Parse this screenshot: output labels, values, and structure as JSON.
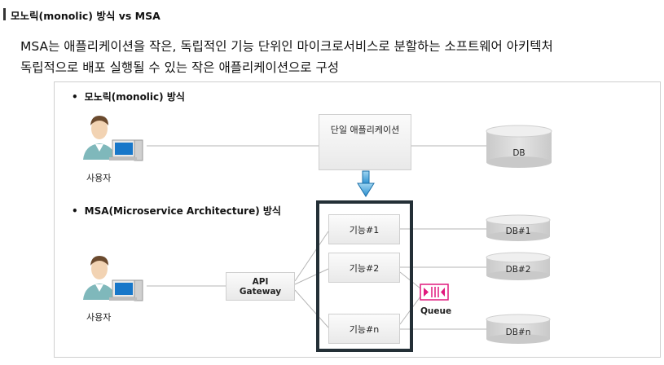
{
  "header": {
    "title": "모노릭(monolic) 방식 vs MSA"
  },
  "intro": {
    "line1": "MSA는 애플리케이션을 작은, 독립적인 기능 단위인 마이크로서비스로 분할하는 소프트웨어 아키텍처",
    "line2": "독립적으로 배포 실행될 수 있는 작은 애플리케이션으로 구성"
  },
  "monolithic": {
    "bullet": "•",
    "title": "모노릭(monolic) 방식",
    "user_label": "사용자",
    "app_label": "단일 애플리케이션",
    "db_label": "DB"
  },
  "msa": {
    "bullet": "•",
    "title": "MSA(Microservice Architecture) 방식",
    "user_label": "사용자",
    "gateway_line1": "API",
    "gateway_line2": "Gateway",
    "functions": [
      "기능#1",
      "기능#2",
      "기능#n"
    ],
    "dbs": [
      "DB#1",
      "DB#2",
      "DB#n"
    ],
    "queue_label": "Queue"
  },
  "colors": {
    "frame": "#232f36",
    "arrow": "#2a9fd8",
    "queue": "#e0197d",
    "db": "#d9d9d9",
    "user_shirt": "#7fb8bb",
    "monitor": "#1877c9"
  }
}
